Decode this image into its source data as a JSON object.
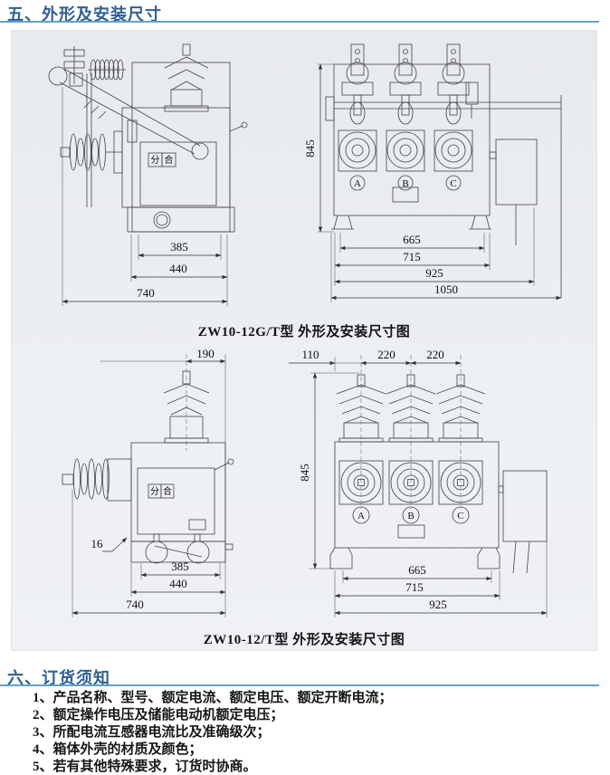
{
  "sections": {
    "dimensions": {
      "title": "五、外形及安装尺寸"
    },
    "ordering": {
      "title": "六、订货须知",
      "items": [
        "1、产品名称、型号、额定电流、额定电压、额定开断电流；",
        "2、额定操作电压及储能电动机额定电压；",
        "3、所配电流互感器电流比及准确级次；",
        "4、箱体外壳的材质及颜色；",
        "5、若有其他特殊要求，订货时协商。"
      ]
    }
  },
  "figure_g": {
    "caption": "ZW10-12G/T型 外形及安装尺寸图",
    "side_view": {
      "indicator": {
        "open": "分",
        "close": "合"
      },
      "dims": {
        "inner_width": "385",
        "base_width": "440",
        "total_width": "740"
      }
    },
    "front_view": {
      "phases": [
        "A",
        "B",
        "C"
      ],
      "dims": {
        "height": "845",
        "span1": "665",
        "span2": "715",
        "span3": "925",
        "span4": "1050"
      }
    }
  },
  "figure_t": {
    "caption": "ZW10-12/T型 外形及安装尺寸图",
    "side_view": {
      "indicator": {
        "open": "分",
        "close": "合"
      },
      "dims": {
        "top_offset": "190",
        "plate_thickness": "16",
        "inner_width": "385",
        "base_width": "440",
        "total_width": "740"
      }
    },
    "front_view": {
      "phases": [
        "A",
        "B",
        "C"
      ],
      "dims": {
        "height": "845",
        "left_offset": "110",
        "pole_pitch_ab": "220",
        "pole_pitch_bc": "220",
        "span1": "665",
        "span2": "715",
        "span3": "925"
      }
    }
  },
  "colors": {
    "heading": "#2e5f93",
    "rule": "#62a3c2",
    "panel_bg": "#e9ecf1",
    "drawing_line": "#43434b",
    "text": "#161616"
  }
}
